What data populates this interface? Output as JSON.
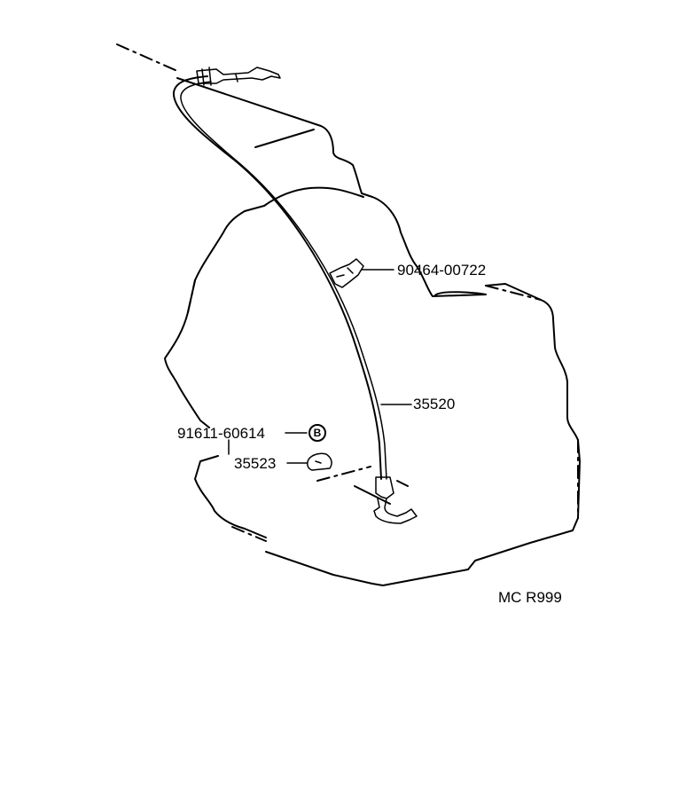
{
  "parts": [
    {
      "number": "90464-00722"
    },
    {
      "number": "35520"
    },
    {
      "number": "91611-60614",
      "badge": "B"
    },
    {
      "number": "35523"
    }
  ],
  "diagram_code": "MC R999"
}
